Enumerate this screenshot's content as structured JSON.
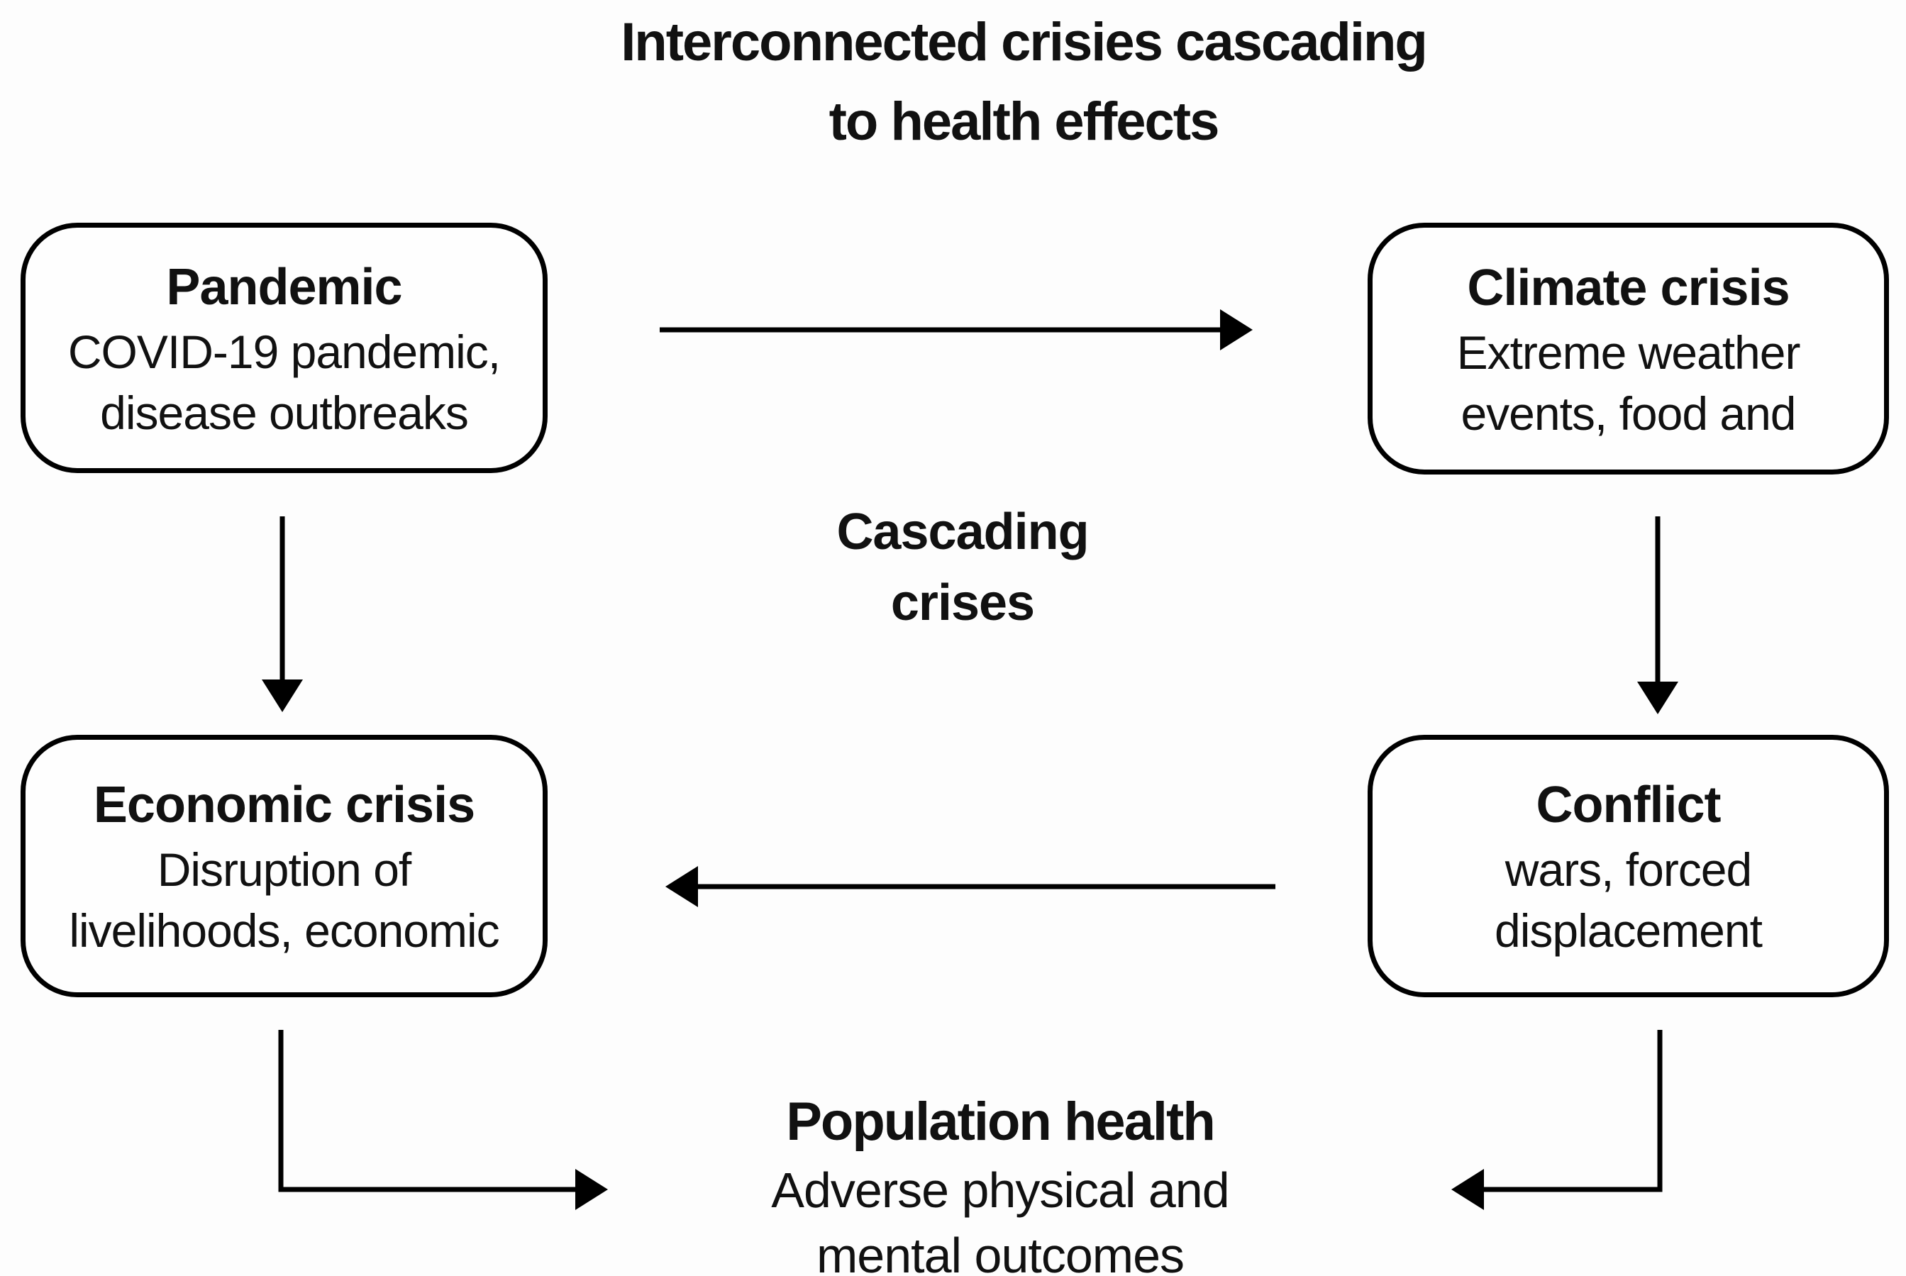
{
  "diagram": {
    "title": {
      "line1": "Interconnected crisies cascading",
      "line2": "to health effects"
    },
    "nodes": {
      "pandemic": {
        "heading": "Pandemic",
        "body_line1": "COVID-19 pandemic,",
        "body_line2": "disease outbreaks"
      },
      "climate": {
        "heading": "Climate crisis",
        "body_line1": "Extreme weather",
        "body_line2": "events, food and"
      },
      "economic": {
        "heading": "Economic crisis",
        "body_line1": "Disruption of",
        "body_line2": "livelihoods, economic"
      },
      "conflict": {
        "heading": "Conflict",
        "body_line1": "wars, forced",
        "body_line2": "displacement"
      }
    },
    "center_label": {
      "line1": "Cascading",
      "line2": "crises"
    },
    "outcome": {
      "heading": "Population health",
      "body_line1": "Adverse physical and",
      "body_line2": "mental outcomes"
    },
    "edges": [
      {
        "from": "pandemic",
        "to": "climate-crisis"
      },
      {
        "from": "pandemic",
        "to": "economic-crisis"
      },
      {
        "from": "climate-crisis",
        "to": "conflict"
      },
      {
        "from": "conflict",
        "to": "economic-crisis"
      },
      {
        "from": "economic-crisis",
        "to": "population-health"
      },
      {
        "from": "conflict",
        "to": "population-health"
      }
    ],
    "colors": {
      "text": "#111111",
      "line": "#000000",
      "background": "#fdfdfd",
      "node_fill": "#fefefe",
      "node_border": "#000000"
    }
  }
}
